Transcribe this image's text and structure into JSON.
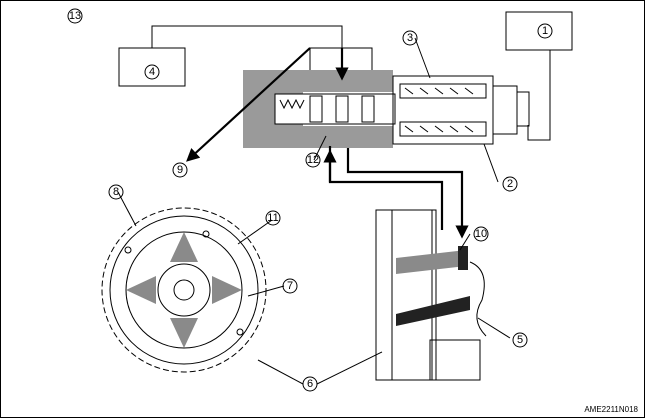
{
  "figure": {
    "code": "AME2211N018",
    "callouts": [
      "1",
      "2",
      "3",
      "4",
      "5",
      "6",
      "7",
      "8",
      "9",
      "10",
      "11",
      "12",
      "13"
    ]
  }
}
